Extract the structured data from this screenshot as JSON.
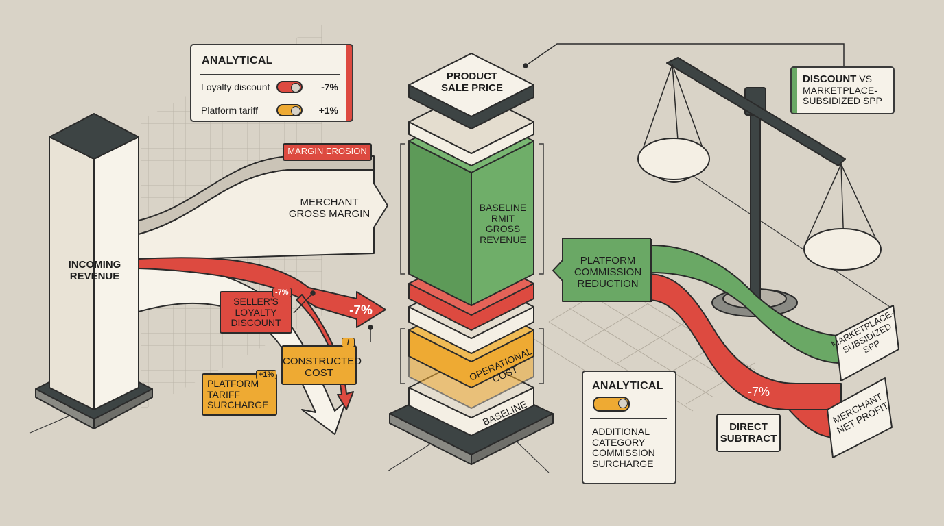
{
  "labels": {
    "incoming_revenue": "INCOMING\nREVENUE",
    "margin_erosion": "MARGIN EROSION",
    "merchant_gross_margin": "MERCHANT\nGROSS MARGIN",
    "product_sale_price": "PRODUCT\nSALE PRICE",
    "baseline_rmit": "BASELINE\nRMIT\nGROSS\nREVENUE",
    "operational_cost": "OPERATIONAL\nCOST",
    "baseline": "BASELINE",
    "platform_commission_reduction": "PLATFORM\nCOMMISSION\nREDUCTION",
    "sellers_loyalty_discount": "SELLER'S\nLOYALTY\nDISCOUNT",
    "loyalty_tag": "-7%",
    "minus7_arrow": "-7%",
    "constructed_cost": "CONSTRUCTED\nCOST",
    "constructed_tag": "/",
    "platform_tariff_surcharge": "PLATFORM\nTARIFF\nSURCHARGE",
    "tariff_tag": "+1%",
    "minus7_ramp": "-7%",
    "direct_subtract": "DIRECT\nSUBTRACT",
    "marketplace_subsidized_spp": "MARKETPLACE-\nSUBSIDIZED\nSPP",
    "merchant_net_profit": "MERCHANT\nNET PROFIT",
    "discount_vs_title_bold": "DISCOUNT",
    "discount_vs_title_rest": " VS\nMARKETPLACE-\nSUBSIDIZED SPP"
  },
  "panel_top": {
    "title": "ANALYTICAL",
    "rows": [
      {
        "label": "Loyalty discount",
        "value": "-7%"
      },
      {
        "label": "Platform tariff",
        "value": "+1%"
      }
    ]
  },
  "panel_bottom": {
    "title": "ANALYTICAL",
    "text": "ADDITIONAL\nCATEGORY\nCOMMISSION\nSURCHARGE"
  },
  "colors": {
    "background": "#d9d3c7",
    "cream": "#f4efe4",
    "dark": "#3d4444",
    "green": "#6aa865",
    "red": "#dd4a40",
    "yellow": "#eeaa33",
    "outline": "#2b2b2b"
  }
}
